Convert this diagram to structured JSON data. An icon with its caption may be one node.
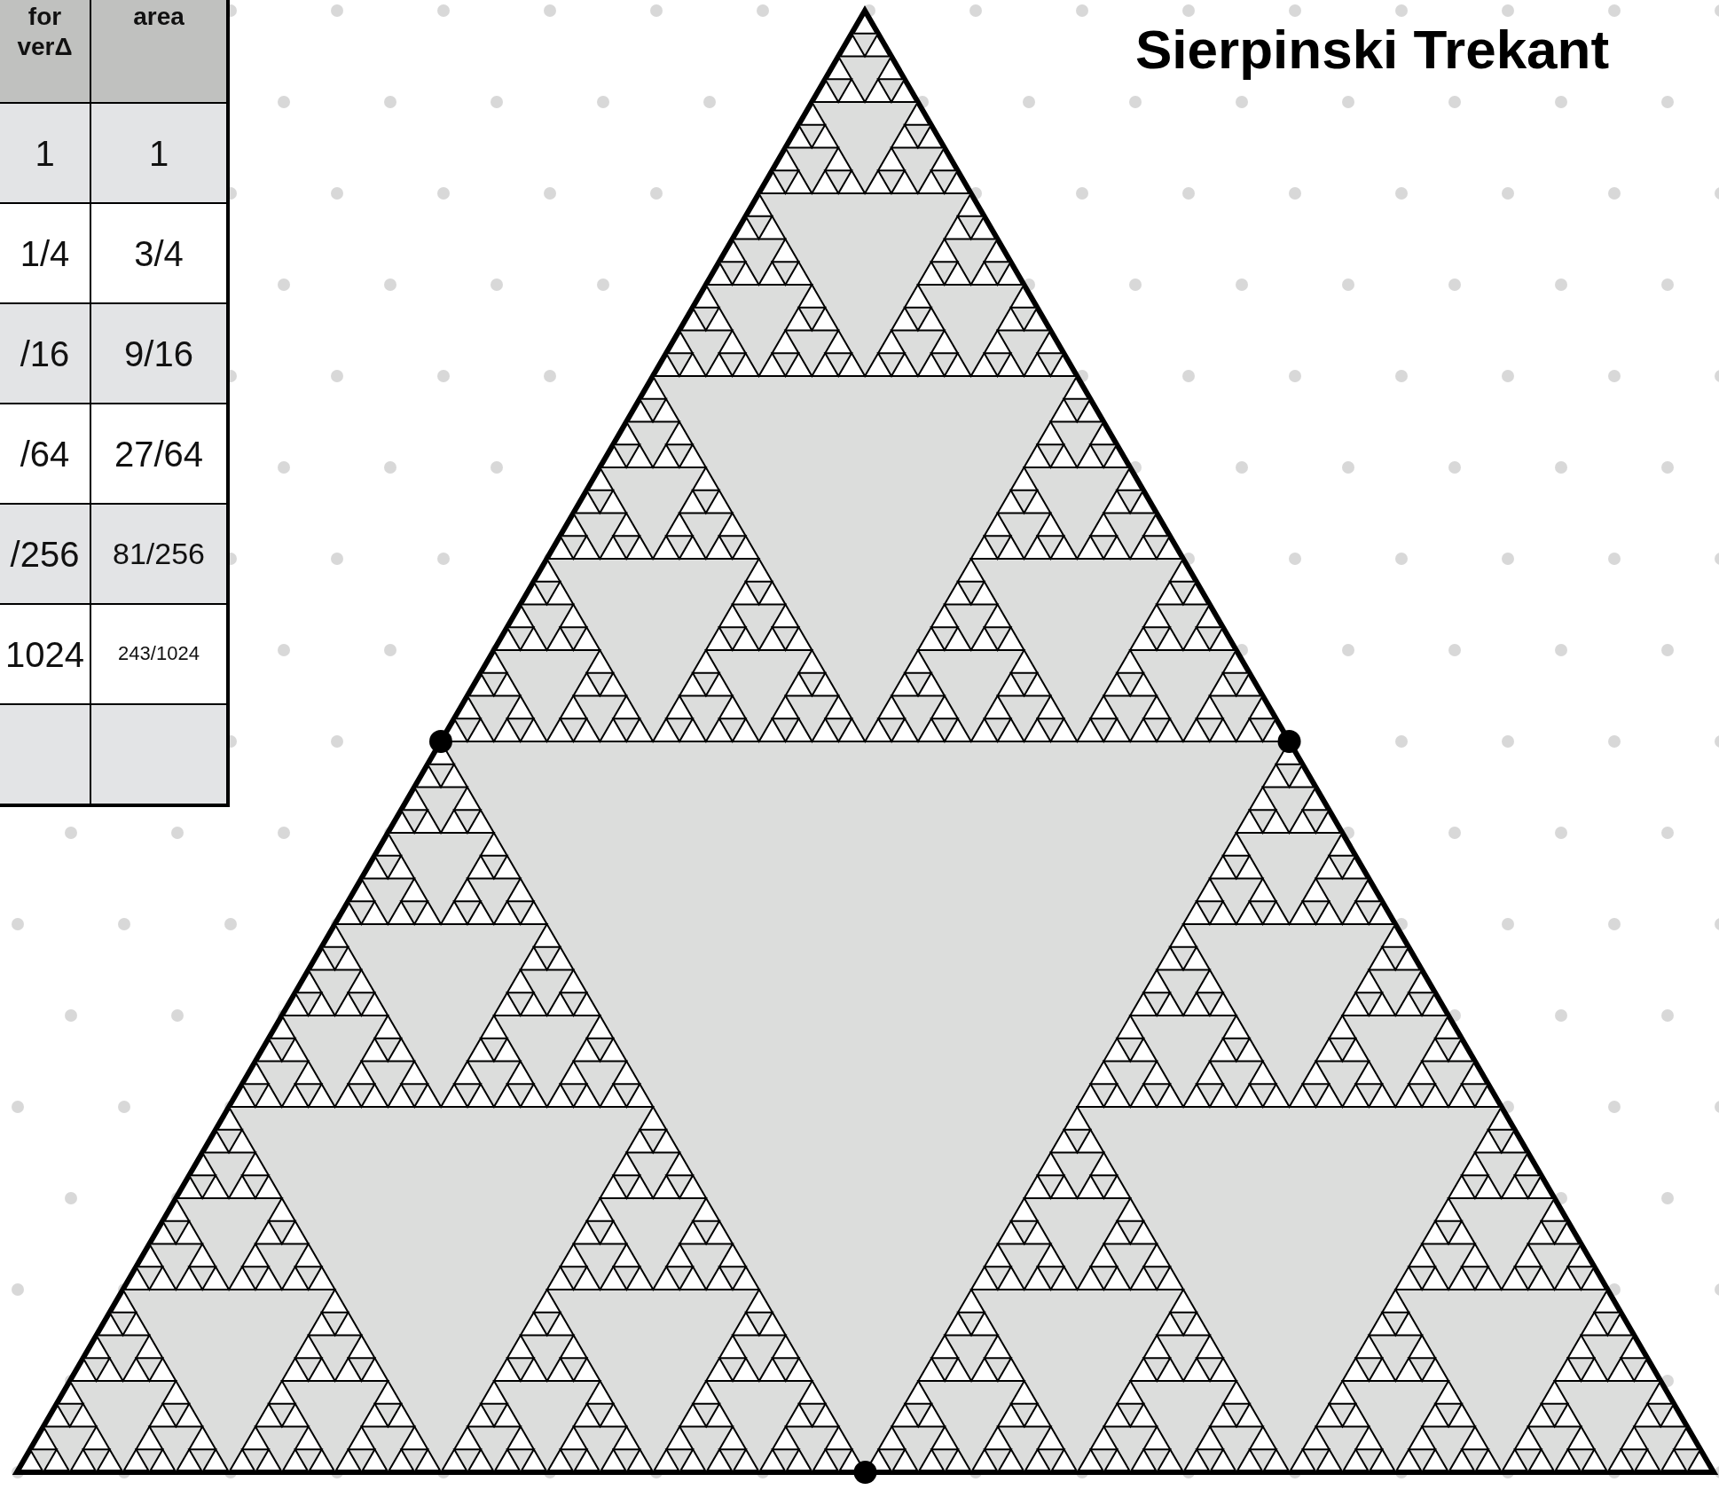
{
  "diagram": {
    "title": "Sierpinski Trekant",
    "labels": [
      "for verΔ",
      "area",
      "1",
      "1",
      "1/4",
      "3/4",
      "/16",
      "9/16",
      "/64",
      "27/64",
      "/256",
      "81/256",
      "1024",
      "243/1024"
    ]
  }
}
